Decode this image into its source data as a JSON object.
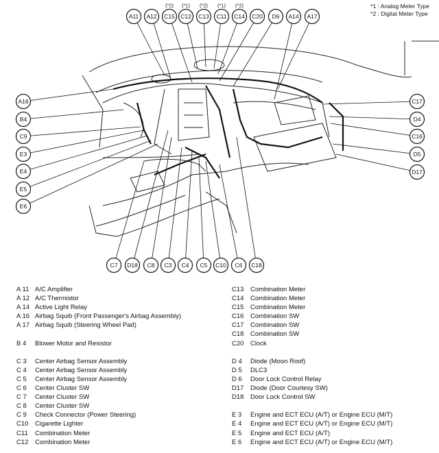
{
  "footnotes": [
    "*1 : Analog Meter Type",
    "*2 : Digital Meter Type"
  ],
  "top_callouts": [
    {
      "label": "A11",
      "note": ""
    },
    {
      "label": "A12",
      "note": ""
    },
    {
      "label": "C15",
      "note": "(*2)"
    },
    {
      "label": "C12",
      "note": "(*1)"
    },
    {
      "label": "C13",
      "note": "(*2)"
    },
    {
      "label": "C11",
      "note": "(*1)"
    },
    {
      "label": "C14",
      "note": "(*2)"
    },
    {
      "label": "C20",
      "note": ""
    },
    {
      "label": "D6",
      "note": ""
    },
    {
      "label": "A14",
      "note": ""
    },
    {
      "label": "A17",
      "note": ""
    }
  ],
  "left_callouts": [
    "A16",
    "B4",
    "C9",
    "E3",
    "E4",
    "E5",
    "E6"
  ],
  "right_callouts": [
    "C17",
    "D4",
    "C16",
    "D5",
    "D17"
  ],
  "bottom_callouts": [
    "C7",
    "D18",
    "C8",
    "C3",
    "C4",
    "C5",
    "C10",
    "C6",
    "C18"
  ],
  "legend_left": [
    {
      "code": "A 11",
      "name": "A/C Amplifier"
    },
    {
      "code": "A 12",
      "name": "A/C Thermistor"
    },
    {
      "code": "A 14",
      "name": "Active Light Relay"
    },
    {
      "code": "A 16",
      "name": "Airbag Squib (Front Passenger's Airbag Assembly)"
    },
    {
      "code": "A 17",
      "name": "Airbag Squib (Steering Wheel Pad)"
    },
    null,
    {
      "code": "B 4",
      "name": "Blower Motor and Resistor"
    },
    null,
    {
      "code": "C 3",
      "name": "Center Airbag Sensor Assembly"
    },
    {
      "code": "C 4",
      "name": "Center Airbag Sensor Assembly"
    },
    {
      "code": "C 5",
      "name": "Center Airbag Sensor Assembly"
    },
    {
      "code": "C 6",
      "name": "Center Cluster SW"
    },
    {
      "code": "C 7",
      "name": "Center Cluster SW"
    },
    {
      "code": "C 8",
      "name": "Center Cluster SW"
    },
    {
      "code": "C 9",
      "name": "Check Connector (Power Steering)"
    },
    {
      "code": "C10",
      "name": "Cigarette Lighter"
    },
    {
      "code": "C11",
      "name": "Combination Meter"
    },
    {
      "code": "C12",
      "name": "Combination Meter"
    }
  ],
  "legend_right": [
    {
      "code": "C13",
      "name": "Combination Meter"
    },
    {
      "code": "C14",
      "name": "Combination Meter"
    },
    {
      "code": "C15",
      "name": "Combination Meter"
    },
    {
      "code": "C16",
      "name": "Combination SW"
    },
    {
      "code": "C17",
      "name": "Combination SW"
    },
    {
      "code": "C18",
      "name": "Combination SW"
    },
    {
      "code": "C20",
      "name": "Clock"
    },
    null,
    {
      "code": "D 4",
      "name": "Diode (Moon Roof)"
    },
    {
      "code": "D 5",
      "name": "DLC3"
    },
    {
      "code": "D 6",
      "name": "Door Lock Control Relay"
    },
    {
      "code": "D17",
      "name": "Diode (Door Courtesy SW)"
    },
    {
      "code": "D18",
      "name": "Door Lock Control SW"
    },
    null,
    {
      "code": "E 3",
      "name": "Engine and ECT ECU (A/T) or Engine ECU (M/T)"
    },
    {
      "code": "E 4",
      "name": "Engine and ECT ECU (A/T) or Engine ECU (M/T)"
    },
    {
      "code": "E 5",
      "name": "Engine and ECT ECU (A/T)"
    },
    {
      "code": "E 6",
      "name": "Engine and ECT ECU (A/T) or Engine ECU (M/T)"
    }
  ]
}
